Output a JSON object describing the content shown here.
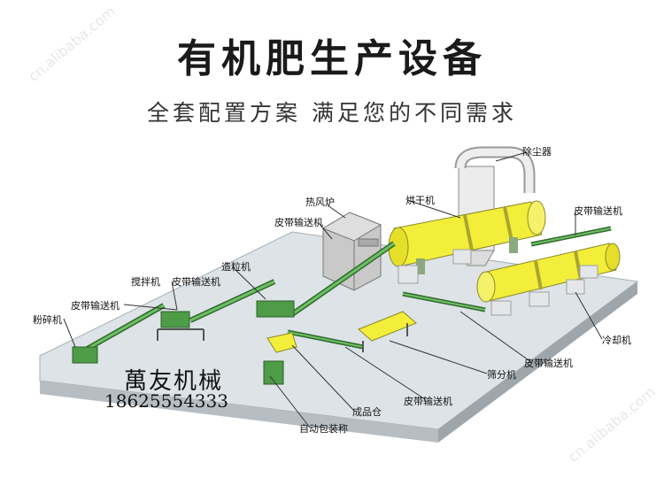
{
  "header": {
    "title": "有机肥生产设备",
    "subtitle": "全套配置方案 满足您的不同需求"
  },
  "equipment_labels": {
    "dust_collector": "除尘器",
    "hot_air_furnace": "热风炉",
    "dryer": "烘干机",
    "conveyor_top_right": "皮带输送机",
    "conveyor_furnace": "皮带输送机",
    "granulator": "造粒机",
    "mixer": "搅拌机",
    "conveyor_mid": "皮带输送机",
    "conveyor_left": "皮带输送机",
    "crusher": "粉碎机",
    "cooler": "冷却机",
    "screener": "筛分机",
    "conveyor_bottom_right": "皮带输送机",
    "conveyor_bottom": "皮带输送机",
    "product_bin": "成品仓",
    "auto_packer": "自动包装称"
  },
  "brand": {
    "name": "萬友机械",
    "phone": "18625554333"
  },
  "watermark": "cn.alibaba.com",
  "colors": {
    "platform_top": "#dde3e6",
    "platform_side": "#aeb6bb",
    "machine_yellow": "#f2ee3a",
    "machine_green": "#4e9b48",
    "building_grey": "#c9c9c9"
  }
}
